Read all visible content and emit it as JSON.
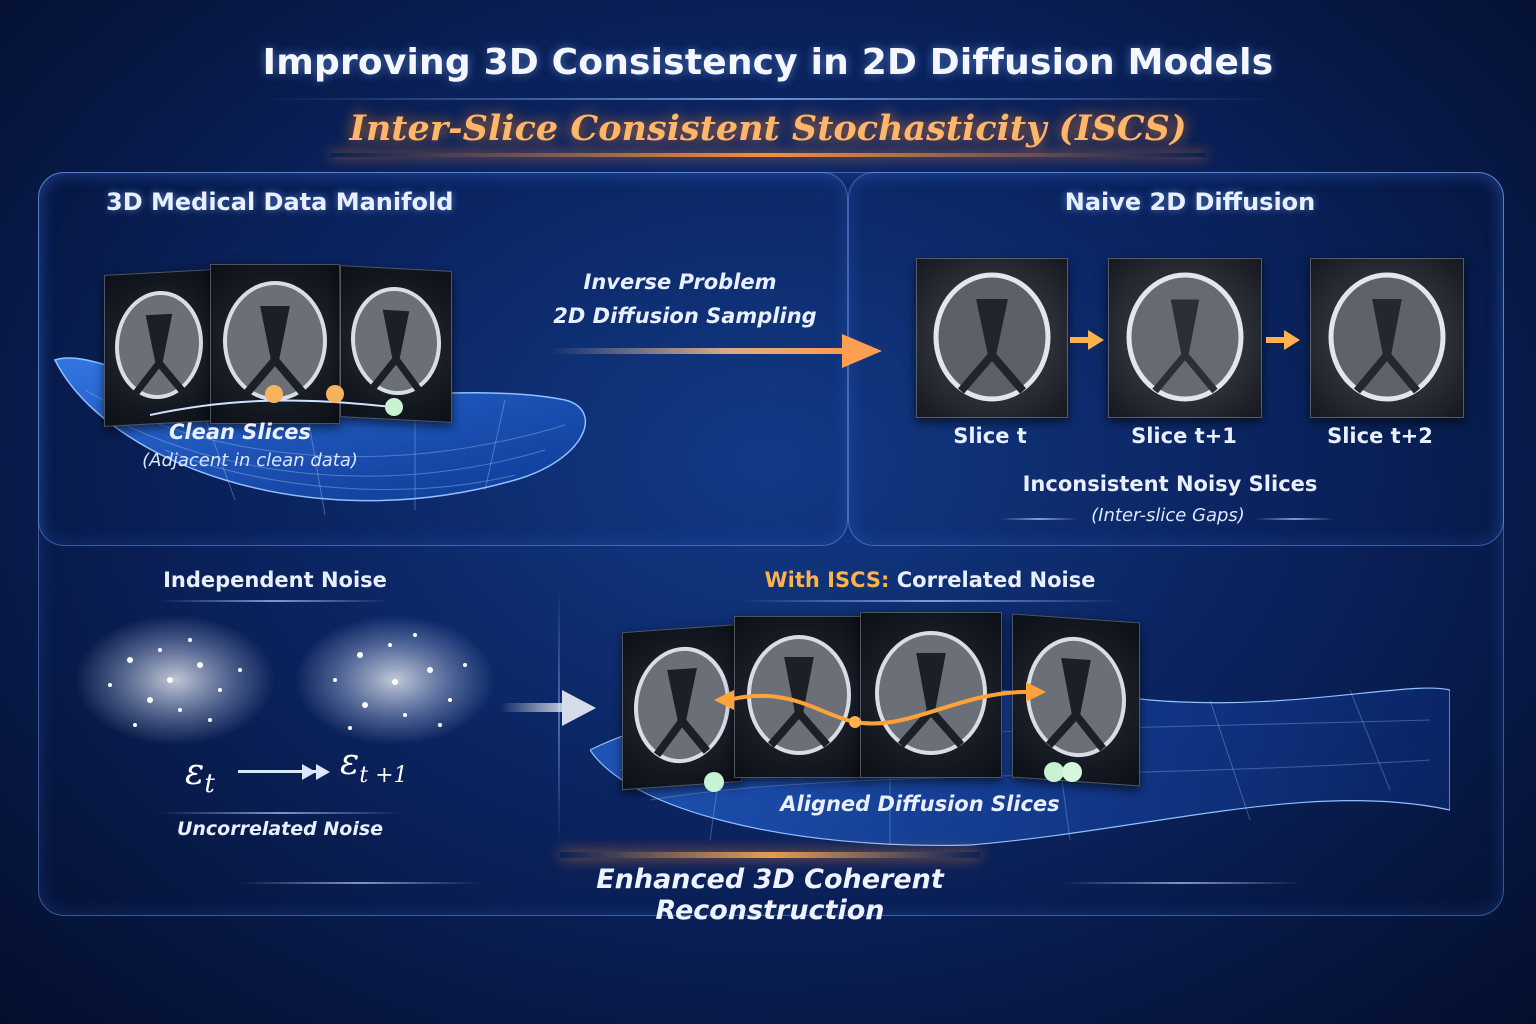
{
  "title": "Improving 3D Consistency in 2D Diffusion Models",
  "subtitle": "Inter-Slice Consistent Stochasticity (ISCS)",
  "top_left": {
    "heading": "3D Medical Data Manifold",
    "caption_line1": "Clean Slices",
    "caption_line2": "(Adjacent in clean data)"
  },
  "middle_arrow": {
    "line1": "Inverse Problem",
    "line2": "2D Diffusion Sampling"
  },
  "top_right": {
    "heading": "Naive 2D Diffusion",
    "slices": [
      "Slice t",
      "Slice t+1",
      "Slice t+2"
    ],
    "caption": "Inconsistent Noisy Slices",
    "sub_caption": "(Inter-slice Gaps)"
  },
  "bottom_left": {
    "heading": "Independent Noise",
    "eps_t": "ε",
    "eps_t_sub": "t",
    "eps_t1": "ε",
    "eps_t1_sub": "t +1",
    "caption": "Uncorrelated Noise"
  },
  "bottom_right": {
    "heading_accent": "With ISCS:",
    "heading_rest": "Correlated Noise",
    "caption": "Aligned Diffusion Slices"
  },
  "footer": "Enhanced 3D Coherent Reconstruction",
  "colors": {
    "accent_orange": "#ffb14a",
    "dot_orange": "#f7b35c",
    "dot_green": "#c8f2d2",
    "manifold_blue": "#2d6fd9"
  }
}
